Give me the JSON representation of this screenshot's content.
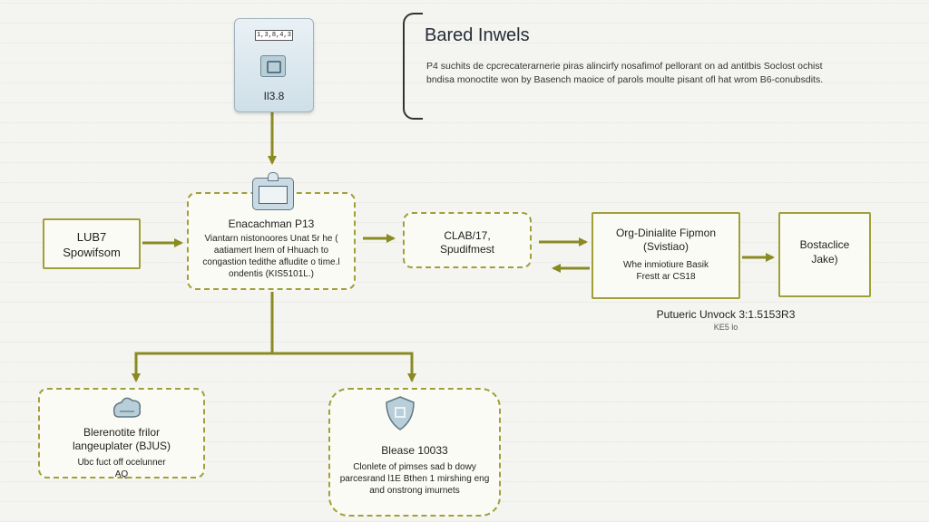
{
  "device": {
    "top_label": "1,3,8,4,3",
    "bottom_label": "Il3.8"
  },
  "info": {
    "title": "Bared Inwels",
    "text": "P4 suchits de cpcrecaterarnerie piras alincirfy nosafimof pellorant on ad antitbis Soclost ochist bndisa monoctite won by Basench maoice of parols moulte pisant ofl hat wrom B6-conubsdits."
  },
  "nodes": {
    "lubt": {
      "line1": "LUB7",
      "line2": "Spowifsom"
    },
    "main": {
      "title": "Enacachman P13",
      "desc": "Viantarn nistonoores Unat 5r he ( aatiamert lnern of Hhuach to congastion tedithe afludite o time.l ondentis (KIS5101L.)"
    },
    "clab": {
      "line1": "CLAB/17,",
      "line2": "Spudifmest"
    },
    "org": {
      "line1": "Org-Dinialite Fipmon",
      "line2": "(Svistiao)",
      "desc1": "Whe inmiotiure Basik",
      "desc2": "Frestt ar CS18"
    },
    "bost": {
      "line1": "Bostaclice",
      "line2": "Jake)"
    },
    "under_org": {
      "title": "Putueric Unvock 3:1.5153R3",
      "sub": "KE5 lo"
    },
    "blen": {
      "line1": "Blerenotite frilor",
      "line2": "langeuplater (BJUS)",
      "desc1": "Ubc fuct off ocelunner",
      "desc2": "AQ"
    },
    "blea": {
      "title": "Blease 10033",
      "desc": "Clonlete of pimses sad b dowy parcesrand l1E Bthen 1 mirshing eng and onstrong imurnets"
    }
  },
  "colors": {
    "connector": "#8a8a22",
    "box_border": "#a0a03a",
    "box_fill": "#fbfbf5",
    "icon": "#b8cfd9"
  },
  "icons": [
    "device-icon",
    "tablet-icon",
    "cloud-icon",
    "shield-icon"
  ]
}
